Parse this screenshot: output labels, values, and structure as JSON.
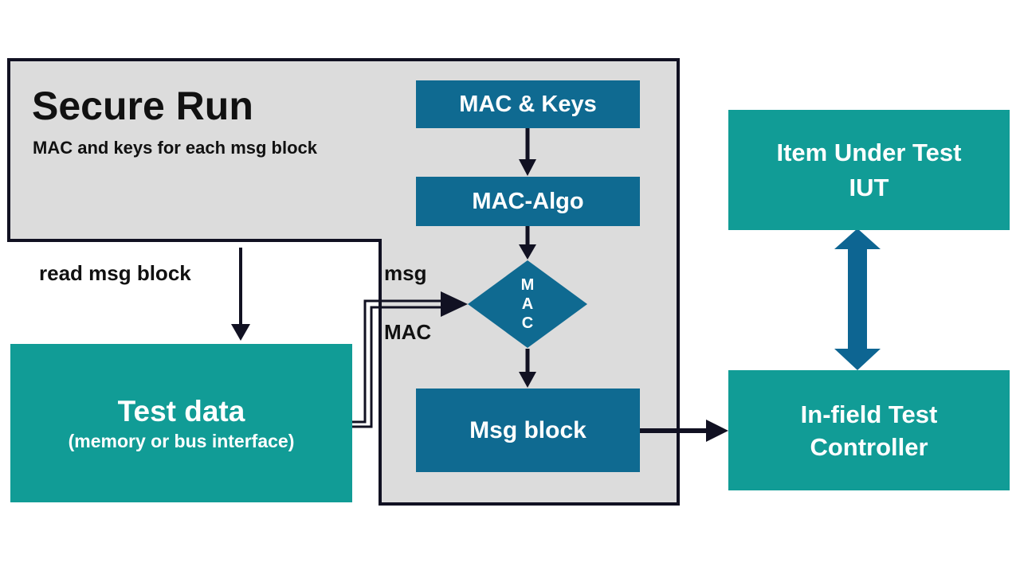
{
  "colors": {
    "secure_bg": "#dcdcdc",
    "outline": "#111122",
    "blue_block": "#0f6a91",
    "teal_block": "#119c96",
    "arrow_blue": "#0d6592"
  },
  "secure_run": {
    "title": "Secure Run",
    "subtitle": "MAC and keys for each msg block"
  },
  "blocks": {
    "mac_keys": "MAC & Keys",
    "mac_algo": "MAC-Algo",
    "mac_diamond": [
      "M",
      "A",
      "C"
    ],
    "msg_block": "Msg block",
    "test_data_title": "Test data",
    "test_data_subtitle": "(memory or bus interface)",
    "iut_line1": "Item Under Test",
    "iut_line2": "IUT",
    "controller_line1": "In-field Test",
    "controller_line2": "Controller"
  },
  "labels": {
    "read_msg_block": "read msg block",
    "msg": "msg",
    "mac": "MAC"
  }
}
